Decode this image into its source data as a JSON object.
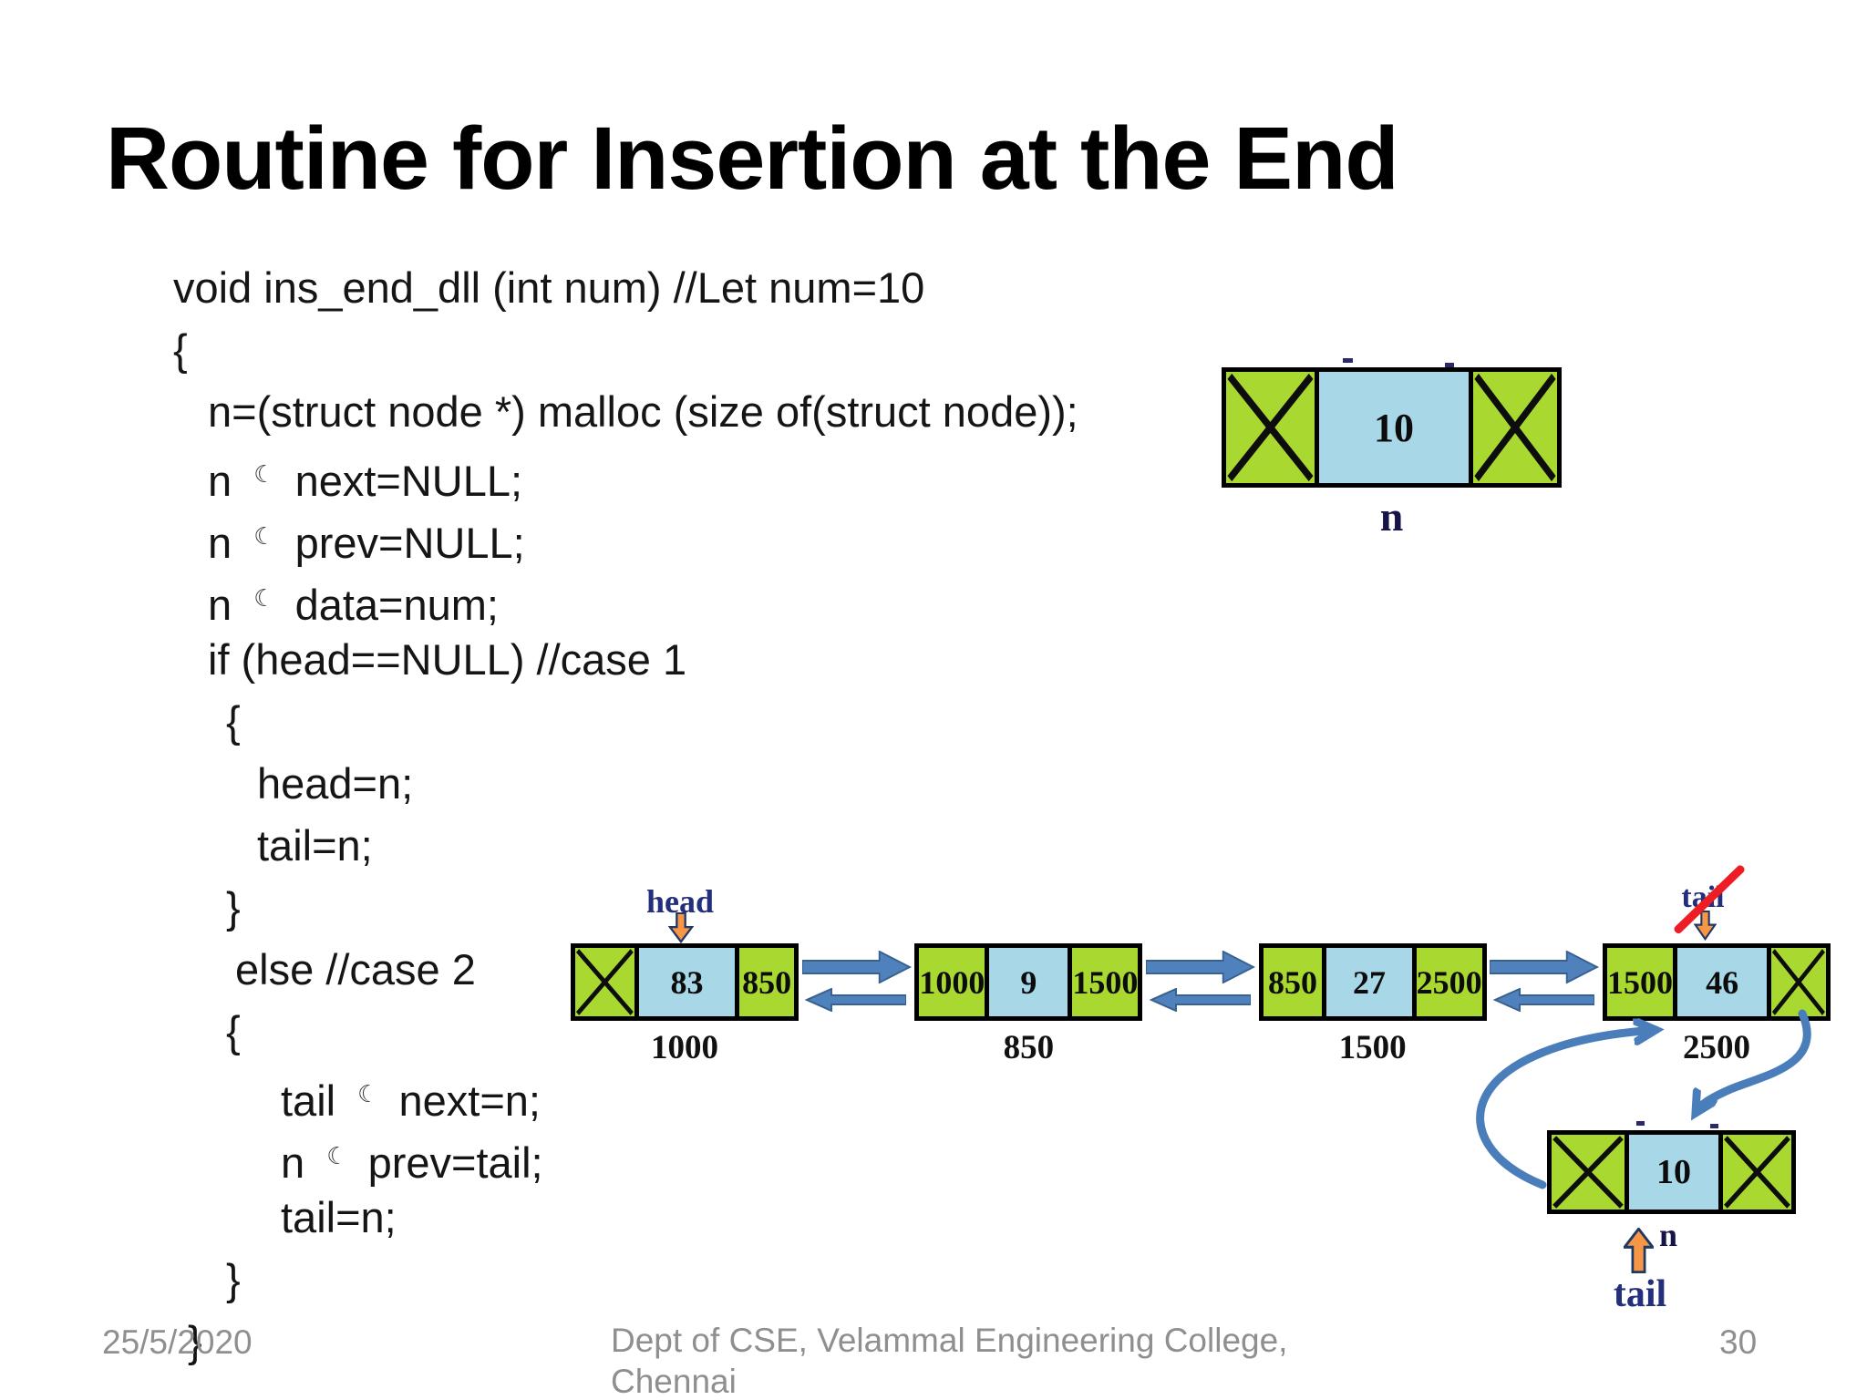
{
  "slide": {
    "title": "Routine for Insertion at the End",
    "page_number": "30",
    "footer": {
      "date": "25/5/2020",
      "department_line1": "Dept of CSE, Velammal Engineering College,",
      "department_line2": "Chennai"
    }
  },
  "code": {
    "pointer_glyph": "☾",
    "lines": [
      {
        "indent": 0,
        "text": "void ins_end_dll (int num) //Let num=10"
      },
      {
        "indent": 0,
        "text": "{"
      },
      {
        "indent": 1,
        "text": "n=(struct node *) malloc (size of(struct node));"
      },
      {
        "indent": 1,
        "text": "n ☾ next=NULL;"
      },
      {
        "indent": 1,
        "text": "n ☾ prev=NULL;"
      },
      {
        "indent": 1,
        "text": "n ☾ data=num;"
      },
      {
        "indent": 1,
        "text": "if (head==NULL) //case 1"
      },
      {
        "indent": 2,
        "text": "{"
      },
      {
        "indent": 3,
        "text": "head=n;"
      },
      {
        "indent": 3,
        "text": "tail=n;"
      },
      {
        "indent": 2,
        "text": "}"
      },
      {
        "indent": 5,
        "text": "else //case 2"
      },
      {
        "indent": 2,
        "text": "{"
      },
      {
        "indent": 4,
        "text": "tail ☾ next=n;"
      },
      {
        "indent": 4,
        "text": "n ☾ prev=tail;"
      },
      {
        "indent": 4,
        "text": "tail=n;"
      },
      {
        "indent": 2,
        "text": "}"
      },
      {
        "indent": 6,
        "text": "}"
      }
    ]
  },
  "diagram": {
    "new_node_top": {
      "value": "10",
      "label": "n"
    },
    "list": {
      "head_label": "head",
      "tail_crossed_label": "tail",
      "nodes": [
        {
          "prev": "X",
          "value": "83",
          "next": "850",
          "address": "1000"
        },
        {
          "prev": "1000",
          "value": "9",
          "next": "1500",
          "address": "850"
        },
        {
          "prev": "850",
          "value": "27",
          "next": "2500",
          "address": "1500"
        },
        {
          "prev": "1500",
          "value": "46",
          "next": "X",
          "address": "2500"
        }
      ]
    },
    "new_node_bottom": {
      "value": "10",
      "label": "n",
      "tail_label": "tail"
    }
  },
  "colors": {
    "node_green": "#a9d931",
    "node_blue": "#a8d8e8",
    "link_arrow_blue": "#4f81bd",
    "curved_arrow_blue": "#4a7ebb",
    "label_navy": "#232e7d",
    "pointer_orange": "#f79646",
    "strike_red": "#ee1c25",
    "footer_gray": "#8f8f8f"
  }
}
